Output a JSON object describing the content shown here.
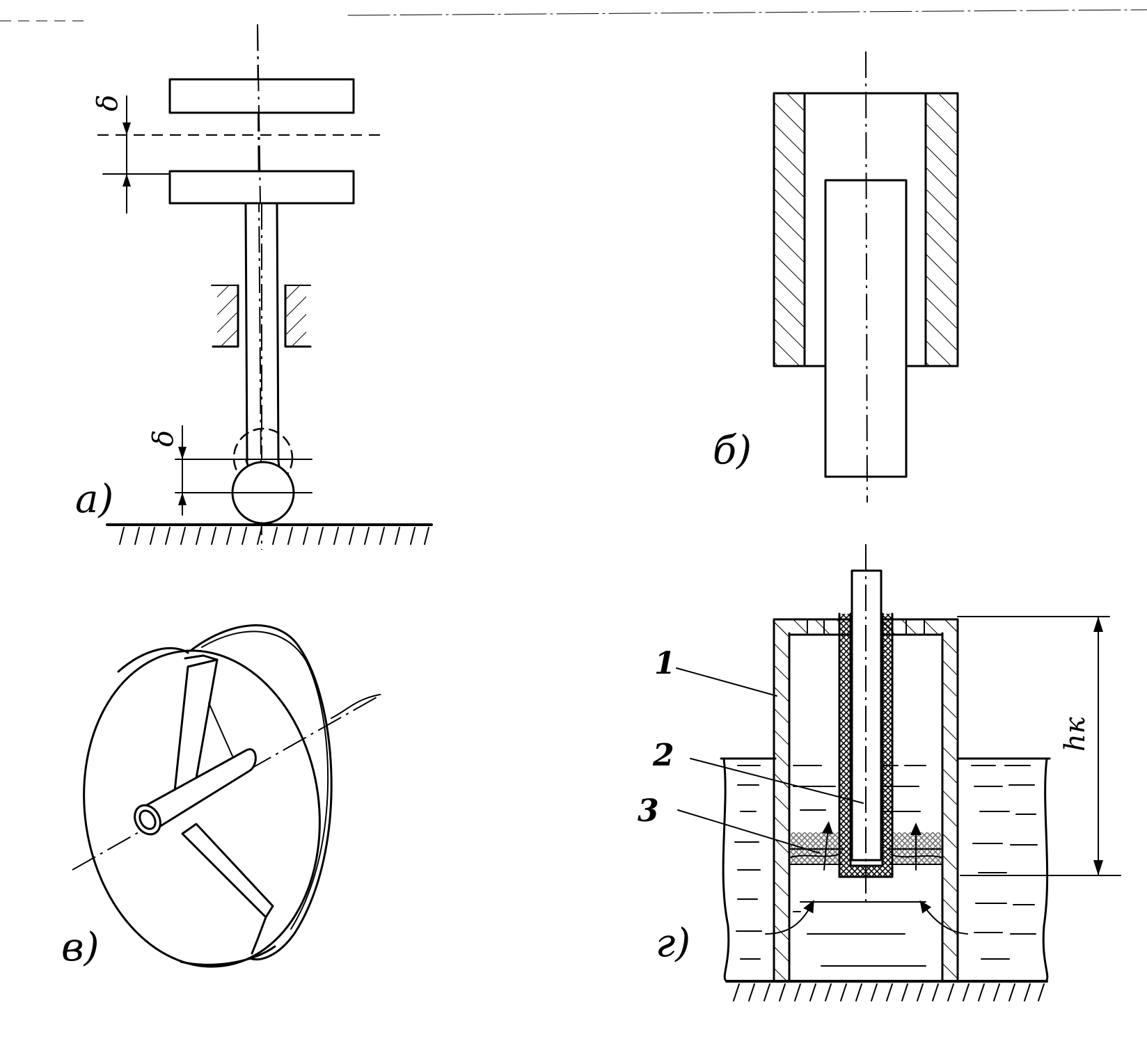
{
  "figure": {
    "panels": [
      {
        "id": "a",
        "label": "а)",
        "gap_symbol_top": "δ",
        "gap_symbol_bottom": "δ"
      },
      {
        "id": "b",
        "label": "б)"
      },
      {
        "id": "v",
        "label": "в)"
      },
      {
        "id": "g",
        "label": "г)",
        "callouts": [
          "1",
          "2",
          "3"
        ],
        "height_symbol": "hк"
      }
    ]
  }
}
